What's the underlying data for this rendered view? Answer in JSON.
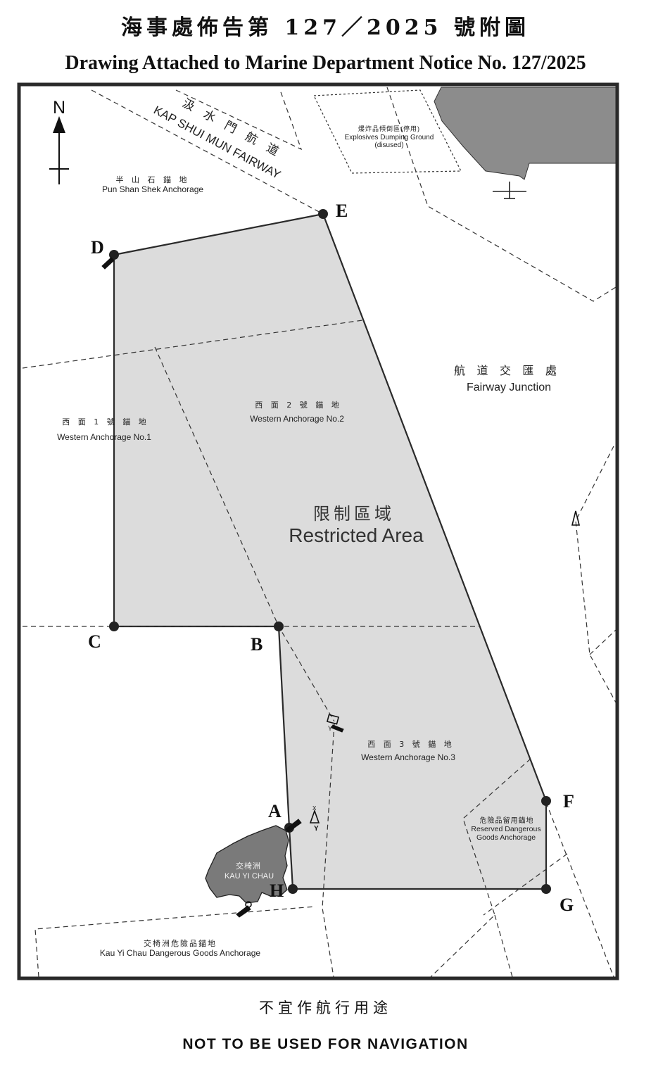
{
  "header": {
    "title_zh": "海事處佈告第 127／2025 號附圖",
    "title_en": "Drawing Attached to Marine Department Notice No. 127/2025"
  },
  "north_label": "N",
  "map_labels": {
    "kap_shui_mun_zh": "汲 水 門 航 道",
    "kap_shui_mun_en": "KAP SHUI MUN FAIRWAY",
    "pun_shan_shek_zh": "半 山 石 錨 地",
    "pun_shan_shek_en": "Pun Shan Shek Anchorage",
    "explosives_zh": "爆炸品傾倒區(停用)",
    "explosives_en": "Explosives  Dumping Ground",
    "explosives_status": "(disused)",
    "fairway_junction_zh": "航 道 交 匯 處",
    "fairway_junction_en": "Fairway Junction",
    "western_1_zh": "西 面 1 號 錨 地",
    "western_1_en": "Western Anchorage No.1",
    "western_2_zh": "西 面 2 號 錨 地",
    "western_2_en": "Western Anchorage No.2",
    "western_3_zh": "西 面 3 號 錨 地",
    "western_3_en": "Western Anchorage No.3",
    "restricted_zh": "限制區域",
    "restricted_en": "Restricted Area",
    "reserved_dg_zh": "危險品留用錨地",
    "reserved_dg_en_1": "Reserved Dangerous",
    "reserved_dg_en_2": "Goods Anchorage",
    "kau_yi_chau_zh": "交椅洲",
    "kau_yi_chau_en": "KAU YI CHAU",
    "kyc_dg_zh": "交椅洲危險品錨地",
    "kyc_dg_en": "Kau Yi Chau Dangerous Goods Anchorage",
    "buoy_y": "Y",
    "buoy_x": "X"
  },
  "points": {
    "A": "A",
    "B": "B",
    "C": "C",
    "D": "D",
    "E": "E",
    "F": "F",
    "G": "G",
    "H": "H"
  },
  "footer": {
    "zh": "不宜作航行用途",
    "en": "NOT TO BE USED FOR NAVIGATION"
  },
  "colors": {
    "restricted_fill": "#dcdcdc",
    "island_fill": "#7a7a7a",
    "land_fill": "#8c8c8c",
    "border": "#2a2a2a"
  }
}
